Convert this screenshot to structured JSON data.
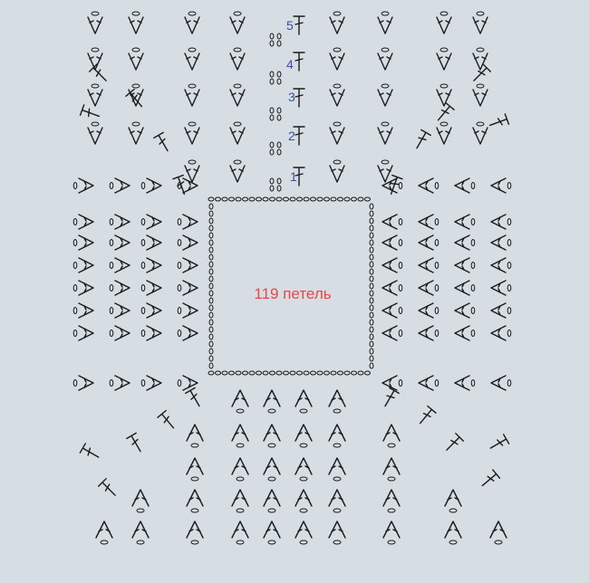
{
  "center_label": "119 петель",
  "row_numbers": [
    "1",
    "2",
    "3",
    "4",
    "5"
  ],
  "colors": {
    "background": "#d6dee4",
    "ink": "#1a1a1a",
    "label": "#e8474a",
    "row_number": "#3a4fa0"
  },
  "symbols": [
    "chain-stitch",
    "double-crochet",
    "double-crochet-increase",
    "double-crochet-decrease"
  ]
}
